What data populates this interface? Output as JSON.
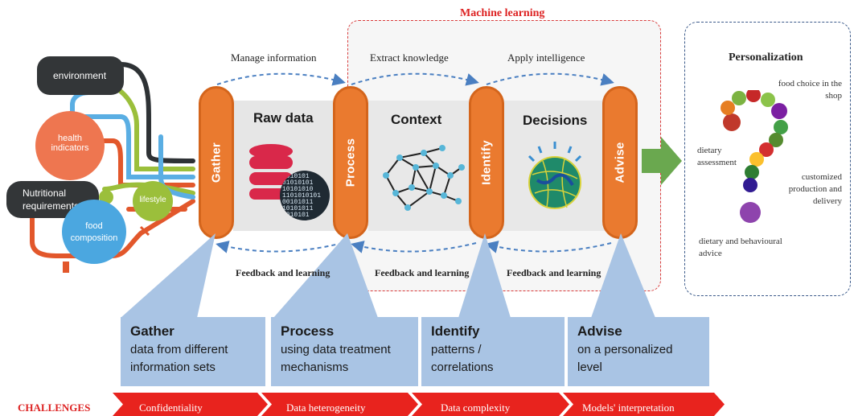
{
  "machine_learning_label": "Machine learning",
  "flows": {
    "manage": "Manage information",
    "extract": "Extract knowledge",
    "apply": "Apply intelligence"
  },
  "feedback_label": "Feedback and learning",
  "pills": {
    "gather": "Gather",
    "process": "Process",
    "identify": "Identify",
    "advise": "Advise"
  },
  "stages": {
    "raw_data": "Raw data",
    "context": "Context",
    "decisions": "Decisions"
  },
  "binary_lines": [
    "1010101",
    "01010101",
    "10101010",
    "1101010101",
    "00101011",
    "10101011",
    "1010101"
  ],
  "data_sources": {
    "environment": "environment",
    "health_indicators": "health indicators",
    "nutritional_requirements": "Nutritional requirements",
    "lifestyle": "lifestyle",
    "food_composition": "food composition"
  },
  "personalization": {
    "title": "Personalization",
    "food_choice": "food choice in the shop",
    "dietary_assessment": "dietary assessment",
    "customized": "customized production and delivery",
    "advice": "dietary and behavioural advice"
  },
  "descriptions": [
    {
      "title": "Gather",
      "text": "data from different information sets"
    },
    {
      "title": "Process",
      "text": "using data treatment mechanisms"
    },
    {
      "title": "Identify",
      "text": "patterns / correlations"
    },
    {
      "title": "Advise",
      "text": "on a personalized level"
    }
  ],
  "challenges": {
    "label": "CHALLENGES",
    "items": [
      "Confidentiality",
      "Data heterogeneity",
      "Data complexity",
      "Models' interpretation"
    ]
  },
  "colors": {
    "orange": "#ea7a2f",
    "blue_box": "#a9c4e4",
    "challenge_red": "#e8231e",
    "arrow_green": "#6aa84f",
    "dashed_blue": "#4a7fc1",
    "dashed_red": "#d93b3b"
  }
}
